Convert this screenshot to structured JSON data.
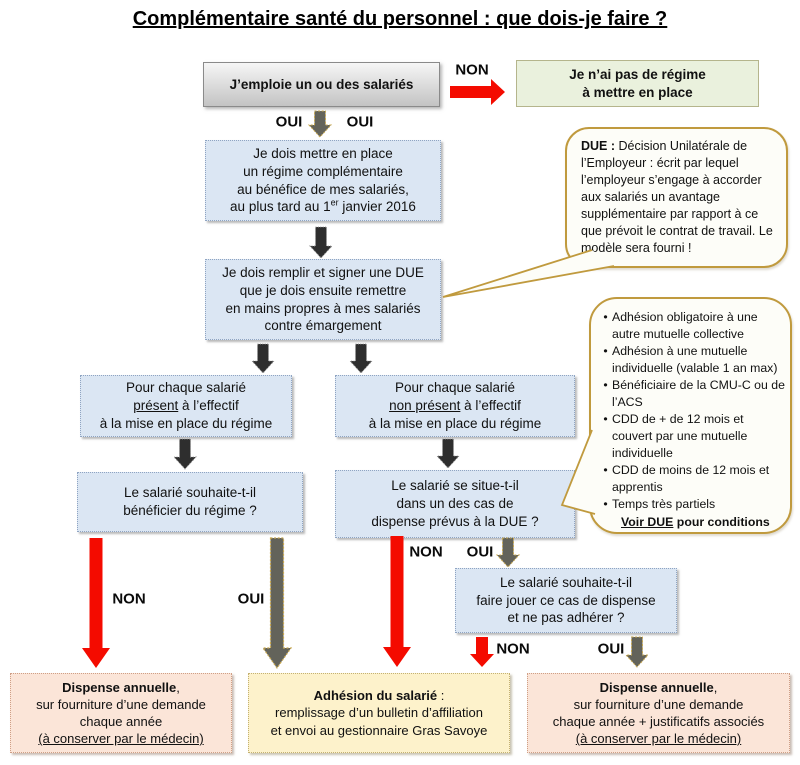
{
  "title": "Complémentaire santé du personnel : que dois-je faire ?",
  "labels": {
    "non": "NON",
    "oui": "OUI"
  },
  "colors": {
    "red_arrow": "#f40b00",
    "gray_arrow": "#63635a",
    "dark_arrow": "#2e2e2e",
    "gold_border": "#c09a3e",
    "tail_fill": "#fdfdf8",
    "box_blue": "#dbe6f3",
    "box_green": "#eaf1dd",
    "box_salmon": "#fbe5d8",
    "box_yellow": "#fdf2cb"
  },
  "boxes": {
    "start": {
      "text": "J’emploie un ou des salariés"
    },
    "no_regime": {
      "line1": "Je n’ai pas de régime",
      "line2": "à mettre en place"
    },
    "setup": {
      "line1": "Je dois mettre en place",
      "line2": "un régime complémentaire",
      "line3": "au bénéfice de mes salariés,",
      "line4_pre": "au plus tard au 1",
      "line4_sup": "er",
      "line4_post": " janvier 2016"
    },
    "due": {
      "line1": "Je dois remplir et signer une DUE",
      "line2": "que je dois ensuite remettre",
      "line3": "en mains propres à mes salariés",
      "line4": "contre émargement"
    },
    "present": {
      "line1": "Pour chaque salarié",
      "line2_u": "présent",
      "line2_rest": " à l’effectif",
      "line3": "à la mise en place du régime"
    },
    "not_present": {
      "line1": "Pour chaque salarié",
      "line2_u": "non présent",
      "line2_rest": " à l’effectif",
      "line3": "à la mise en place du régime"
    },
    "wish": {
      "line1": "Le salarié souhaite-t-il",
      "line2": "bénéficier du régime ?"
    },
    "dispense_case": {
      "line1": "Le salarié se situe-t-il",
      "line2": "dans un des cas de",
      "line3": "dispense prévus à la DUE ?"
    },
    "invoke_dispense": {
      "line1": "Le salarié souhaite-t-il",
      "line2": "faire jouer ce cas de dispense",
      "line3": "et ne pas adhérer ?"
    },
    "annual_left": {
      "line1_b": "Dispense annuelle",
      "line1_rest": ",",
      "line2": "sur fourniture d’une demande",
      "line3": "chaque année",
      "line4_u": "(à conserver par le médecin)"
    },
    "adhesion": {
      "line1_b": "Adhésion du salarié",
      "line1_rest": " :",
      "line2": "remplissage d’un bulletin d’affiliation",
      "line3": "et envoi au gestionnaire Gras Savoye"
    },
    "annual_right": {
      "line1_b": "Dispense annuelle",
      "line1_rest": ",",
      "line2": "sur fourniture d’une demande",
      "line3": "chaque année + justificatifs associés",
      "line4_u": "(à conserver par le médecin)"
    }
  },
  "bubbles": {
    "due_def": {
      "lead": "DUE :",
      "body": " Décision Unilatérale de l’Employeur : écrit par lequel l’employeur s’engage à accorder aux salariés un avantage supplémentaire par rapport à ce que prévoit le contrat de travail. Le modèle sera fourni !"
    },
    "dispense_list": {
      "bullet": "•",
      "items": [
        "Adhésion obligatoire à une autre mutuelle collective",
        "Adhésion à une mutuelle individuelle (valable 1 an max)",
        "Bénéficiaire de la CMU-C ou de l’ACS",
        "CDD de + de 12 mois et couvert par une mutuelle individuelle",
        "CDD de moins de 12 mois et apprentis",
        "Temps très partiels"
      ],
      "footer_u": "Voir DUE",
      "footer_rest": " pour conditions"
    }
  }
}
